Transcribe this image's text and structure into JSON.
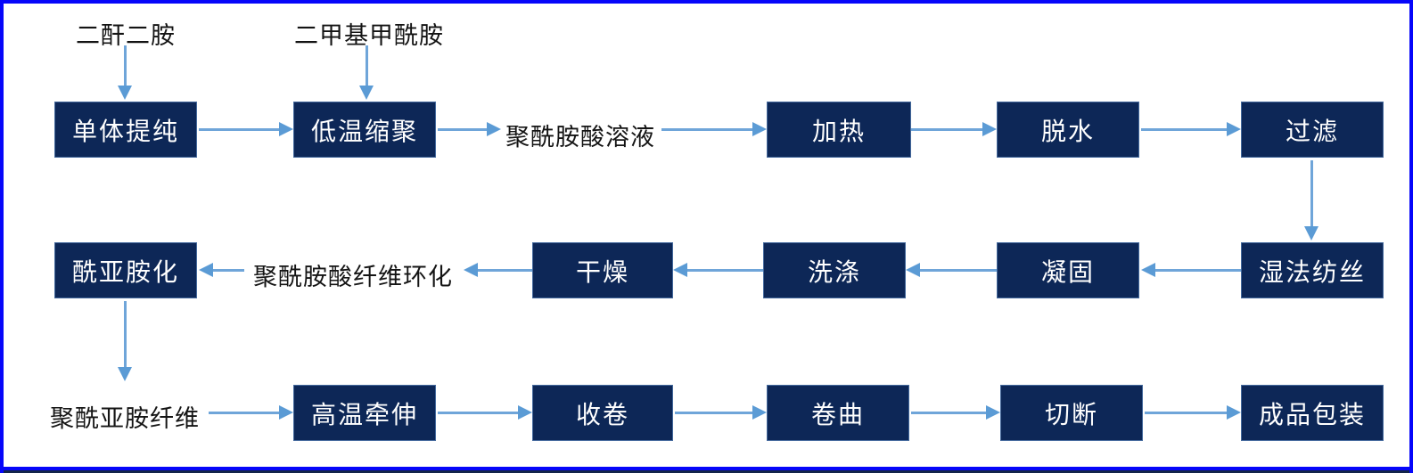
{
  "colors": {
    "frame_border": "#0606fa",
    "footer_bar": "#13254a",
    "box_fill": "#0d2757",
    "box_border": "#44699d",
    "box_text": "#ffffff",
    "arrow_line": "#6fa5d9",
    "arrow_head": "#5b9bd5",
    "label_text": "#141414"
  },
  "nodes": {
    "input1": "二酐二胺",
    "input2": "二甲基甲酰胺",
    "monomer": "单体提纯",
    "polycond": "低温缩聚",
    "paa_solution": "聚酰胺酸溶液",
    "heating": "加热",
    "dehydration": "脱水",
    "filtration": "过滤",
    "wet_spinning": "湿法纺丝",
    "coagulation": "凝固",
    "washing": "洗涤",
    "drying": "干燥",
    "cyclization": "聚酰胺酸纤维环化",
    "imidization": "酰亚胺化",
    "pi_fiber": "聚酰亚胺纤维",
    "drawing": "高温牵伸",
    "winding": "收卷",
    "crimping": "卷曲",
    "cutting": "切断",
    "packaging": "成品包装"
  },
  "connections": [
    {
      "from": "二酐二胺",
      "to": "单体提纯"
    },
    {
      "from": "二甲基甲酰胺",
      "to": "低温缩聚"
    },
    {
      "from": "单体提纯",
      "to": "低温缩聚"
    },
    {
      "from": "低温缩聚",
      "to": "聚酰胺酸溶液"
    },
    {
      "from": "聚酰胺酸溶液",
      "to": "加热"
    },
    {
      "from": "加热",
      "to": "脱水"
    },
    {
      "from": "脱水",
      "to": "过滤"
    },
    {
      "from": "过滤",
      "to": "湿法纺丝"
    },
    {
      "from": "湿法纺丝",
      "to": "凝固"
    },
    {
      "from": "凝固",
      "to": "洗涤"
    },
    {
      "from": "洗涤",
      "to": "干燥"
    },
    {
      "from": "干燥",
      "to": "聚酰胺酸纤维环化"
    },
    {
      "from": "聚酰胺酸纤维环化",
      "to": "酰亚胺化"
    },
    {
      "from": "酰亚胺化",
      "to": "聚酰亚胺纤维"
    },
    {
      "from": "聚酰亚胺纤维",
      "to": "高温牵伸"
    },
    {
      "from": "高温牵伸",
      "to": "收卷"
    },
    {
      "from": "收卷",
      "to": "卷曲"
    },
    {
      "from": "卷曲",
      "to": "切断"
    },
    {
      "from": "切断",
      "to": "成品包装"
    }
  ]
}
